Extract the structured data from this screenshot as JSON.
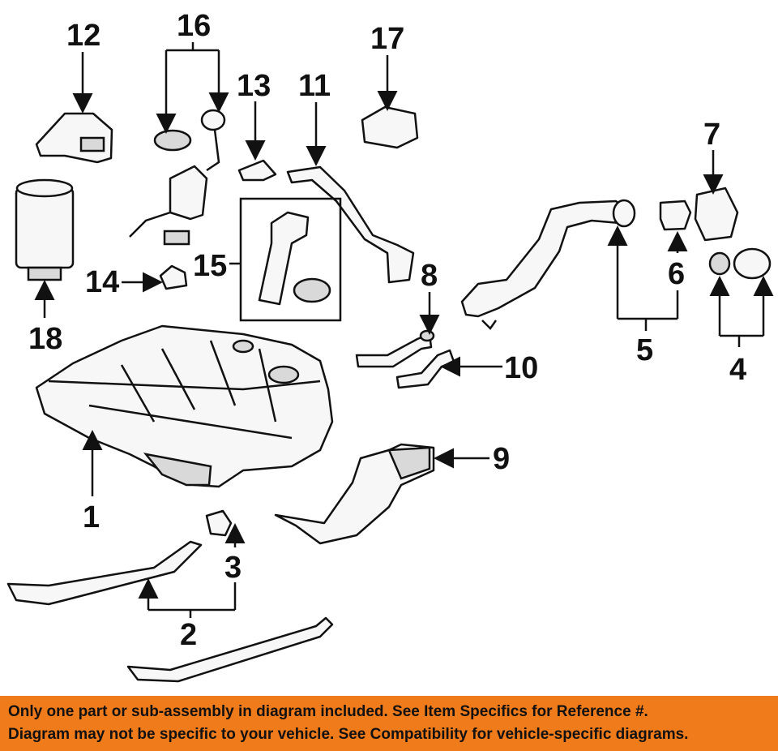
{
  "callouts": {
    "c1": "1",
    "c2": "2",
    "c3": "3",
    "c4": "4",
    "c5": "5",
    "c6": "6",
    "c7": "7",
    "c8": "8",
    "c9": "9",
    "c10": "10",
    "c11": "11",
    "c12": "12",
    "c13": "13",
    "c14": "14",
    "c15": "15",
    "c16": "16",
    "c17": "17",
    "c18": "18"
  },
  "banner": {
    "line1": "Only one part or sub-assembly in diagram included. See Item Specifics for Reference #.",
    "line2": "Diagram may not be specific to your vehicle. See Compatibility for vehicle-specific diagrams."
  },
  "colors": {
    "banner": "#f07b1a",
    "ink": "#111111"
  }
}
